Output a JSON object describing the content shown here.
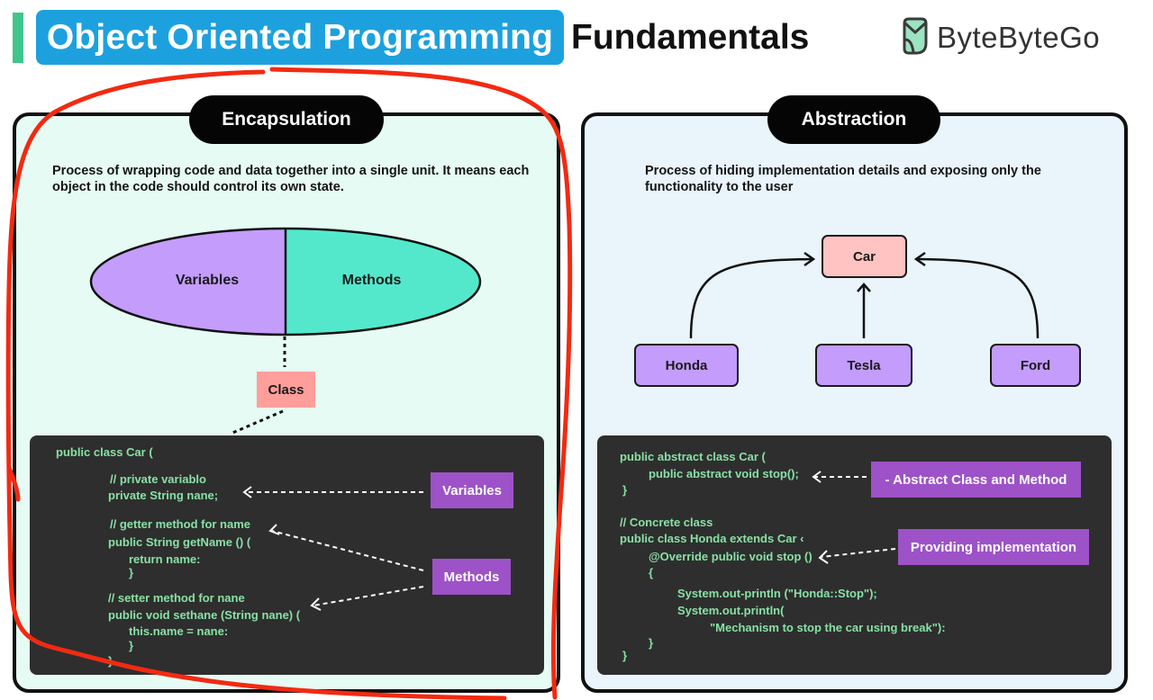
{
  "header": {
    "title_highlight": "Object Oriented Programming",
    "title_rest": "Fundamentals",
    "brand": {
      "name": "ByteByteGo",
      "icon": "bytebytego-logo-icon"
    },
    "colors": {
      "accent_bar": "#3fc68a",
      "title_pill": "#1da1de"
    }
  },
  "encapsulation": {
    "title": "Encapsulation",
    "description": "Process of wrapping code and data together into a single unit. It means each object in the code should control its own state.",
    "diagram": {
      "left_half": "Variables",
      "right_half": "Methods",
      "connector_box": "Class",
      "colors": {
        "variables": "#c49cfc",
        "methods": "#53e8cc",
        "class": "#ff9e9b"
      }
    },
    "code": [
      "public class Car (",
      "// private variablo",
      "private String nane;",
      "// getter method for name",
      "public String getName () (",
      "return name:",
      "}",
      "// setter method for nane",
      "public void sethane (String nane) (",
      "this.name = nane:",
      "}",
      "}"
    ],
    "annotations": [
      "Variables",
      "Methods"
    ],
    "background": "#e6fbf3"
  },
  "abstraction": {
    "title": "Abstraction",
    "description": "Process of hiding implementation details and exposing only the functionality to the user",
    "diagram": {
      "parent": "Car",
      "children": [
        "Honda",
        "Tesla",
        "Ford"
      ],
      "colors": {
        "parent": "#ffc3c1",
        "child": "#c49cfc"
      }
    },
    "code": [
      "public abstract class Car (",
      "public abstract void stop();",
      "}",
      "// Concrete class",
      "public class Honda extends Car ‹",
      "@Override public void stop ()",
      "{",
      "System.out-println (\"Honda::Stop\");",
      "System.out.println(",
      "\"Mechanism to stop the car using break\"):",
      "}",
      "}"
    ],
    "annotations": [
      "- Abstract Class and Method",
      "Providing implementation"
    ],
    "background": "#e9f4fb"
  },
  "markup_overlay": {
    "type": "freehand-circle",
    "color": "#f22a12",
    "target": "encapsulation"
  },
  "code_color": "#88e0a4",
  "annotation_color": "#9d52c8"
}
